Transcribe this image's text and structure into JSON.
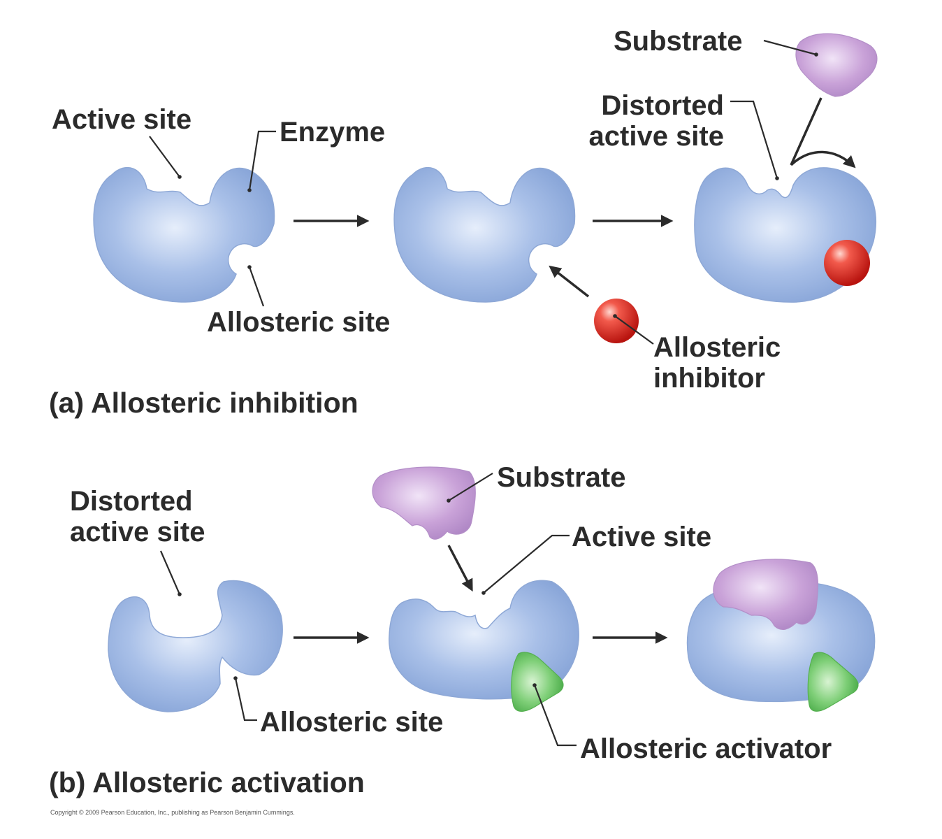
{
  "panel_a": {
    "caption": "(a) Allosteric inhibition",
    "labels": {
      "active_site": "Active site",
      "enzyme": "Enzyme",
      "allosteric_site": "Allosteric site",
      "substrate": "Substrate",
      "distorted_line1": "Distorted",
      "distorted_line2": "active site",
      "inhibitor_line1": "Allosteric",
      "inhibitor_line2": "inhibitor"
    }
  },
  "panel_b": {
    "caption": "(b) Allosteric activation",
    "labels": {
      "distorted_line1": "Distorted",
      "distorted_line2": "active site",
      "substrate": "Substrate",
      "active_site": "Active site",
      "allosteric_site": "Allosteric site",
      "activator": "Allosteric activator"
    }
  },
  "copyright": "Copyright © 2009 Pearson Education, Inc., publishing as Pearson Benjamin Cummings.",
  "colors": {
    "enzyme": "#9cb5e3",
    "substrate": "#c9a2d8",
    "inhibitor": "#e0302e",
    "activator": "#6cc46a"
  }
}
